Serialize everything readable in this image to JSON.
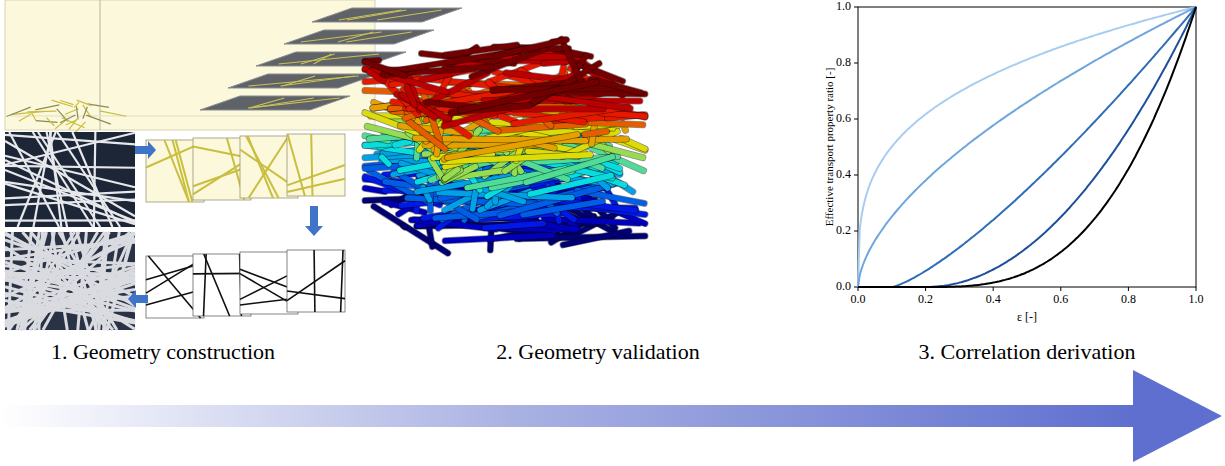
{
  "diagram": {
    "labels": [
      "1. Geometry construction",
      "2. Geometry validation",
      "3. Correlation derivation",
      "Effective transport property ratio  [-]",
      "0.0",
      "0.2",
      "0.4",
      "0.6",
      "0.8",
      "1.0",
      "ε  [-]",
      "0.0",
      "0.2",
      "0.4",
      "0.6",
      "0.8",
      "1.0"
    ]
  }
}
